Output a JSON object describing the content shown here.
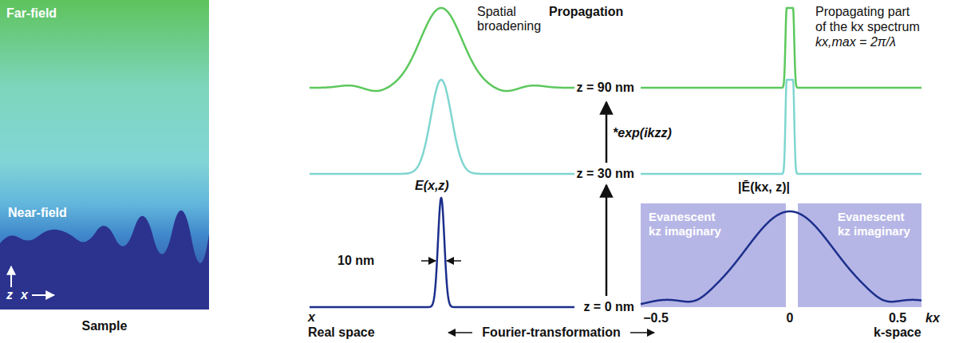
{
  "diagram": {
    "nodes": [
      {
        "text": [
          "Far-field",
          "Near-field",
          "Sample"
        ]
      },
      {
        "text": [
          "Evanescent kz imaginary"
        ]
      },
      {
        "text": [
          "Evanescent kz imaginary"
        ]
      }
    ],
    "labels": [
      "Spatial broadening",
      "Propagation",
      "Propagating part",
      "of the kx spectrum",
      "kx,max = 2π/λ",
      "z = 90 nm",
      "*exp(ikzz)",
      "z = 30 nm",
      "E(x,z)",
      "|Ē(kx, z)|",
      "10 nm",
      "z = 0 nm",
      "z",
      "x",
      "x",
      "Real space",
      "Fourier-transformation",
      "k-space",
      "−0.5",
      "0",
      "0.5",
      "kx"
    ]
  }
}
